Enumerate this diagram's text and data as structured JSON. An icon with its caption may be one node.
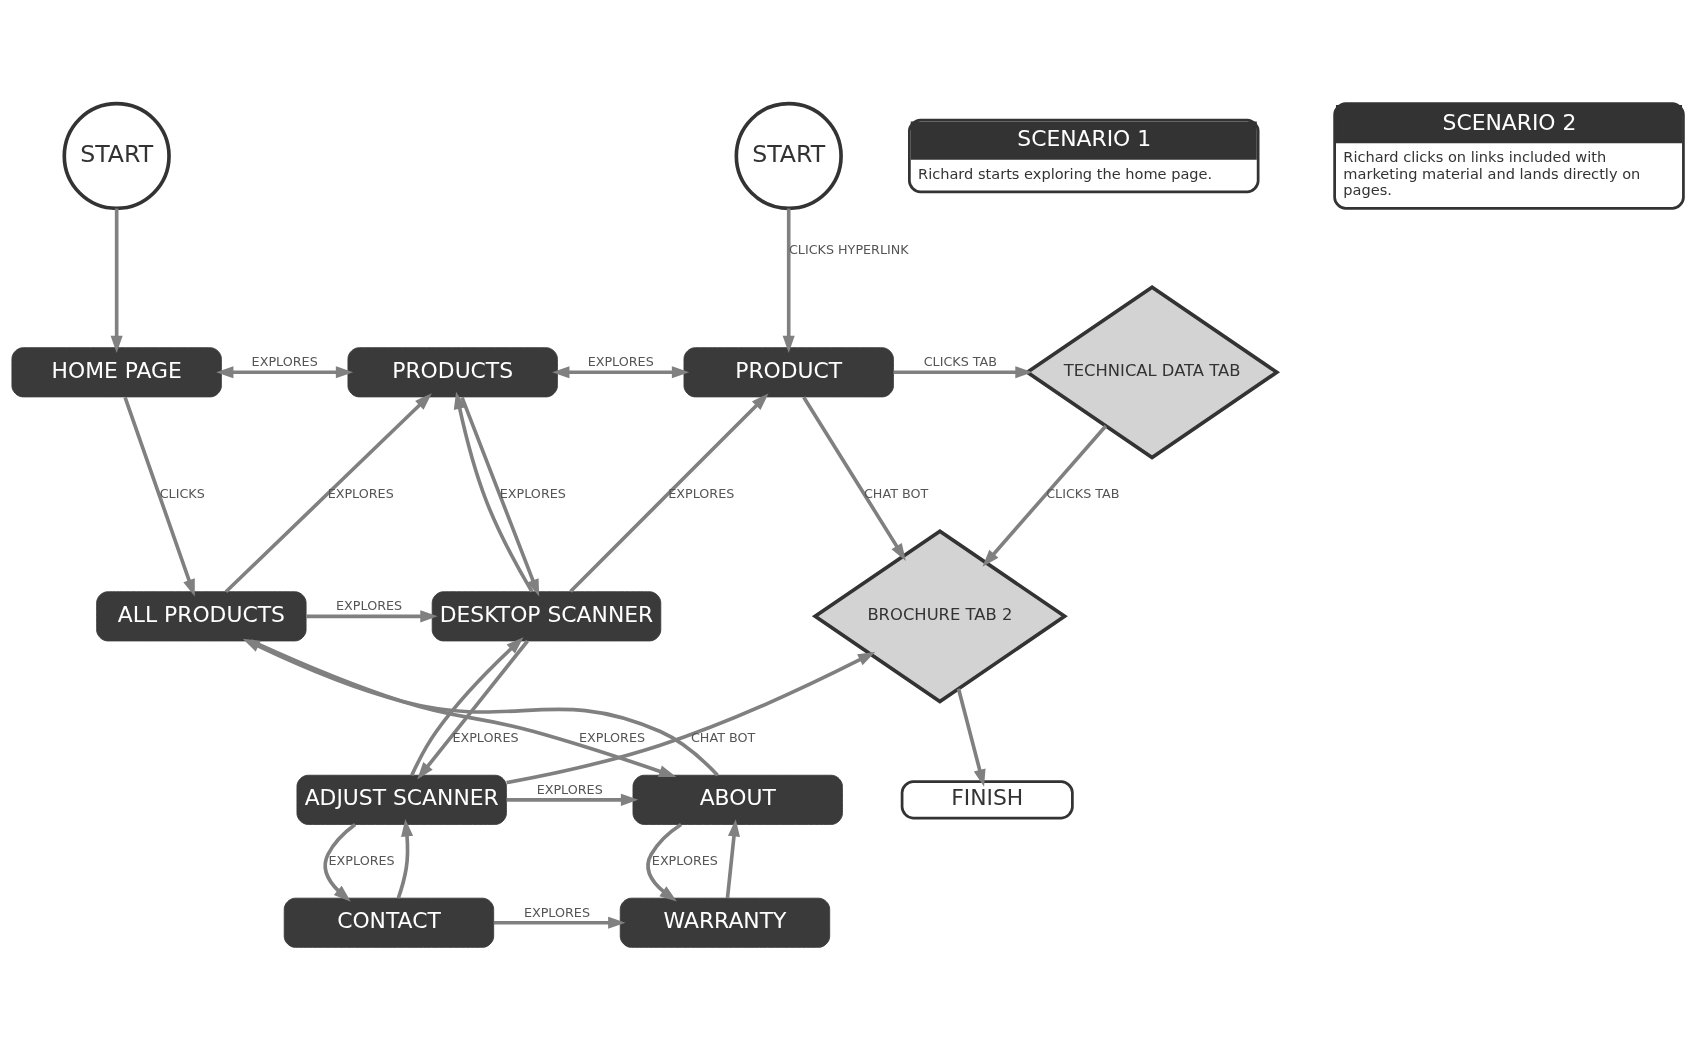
{
  "diagram": {
    "nodes": [
      {
        "text": [
          "START"
        ]
      },
      {
        "text": [
          "SCENARIO 1",
          "Richard starts exploring the home page."
        ]
      },
      {
        "text": [
          "START"
        ]
      },
      {
        "text": [
          "SCENARIO 2",
          "Richard clicks on links included with marketing material and lands directly on pages."
        ]
      },
      {
        "text": [
          "HOME PAGE"
        ]
      },
      {
        "text": [
          "PRODUCTS"
        ]
      },
      {
        "text": [
          "PRODUCT"
        ]
      },
      {
        "text": [
          "TECHNICAL DATA TAB"
        ]
      },
      {
        "text": [
          "ALL PRODUCTS"
        ]
      },
      {
        "text": [
          "DESKTOP SCANNER"
        ]
      },
      {
        "text": [
          "BROCHURE TAB 2"
        ]
      },
      {
        "text": [
          "ABOUT"
        ]
      },
      {
        "text": [
          "ADJUST SCANNER"
        ]
      },
      {
        "text": [
          "FINISH"
        ]
      },
      {
        "text": [
          "WARRANTY"
        ]
      },
      {
        "text": [
          "CONTACT"
        ]
      }
    ],
    "edges": [
      {
        "from": 0,
        "to": 4,
        "arrow": "to"
      },
      {
        "from": 2,
        "to": 6,
        "arrow": "to",
        "label": "CLICKS HYPERLINK"
      },
      {
        "from": 4,
        "to": 5,
        "arrow": "both",
        "label": "EXPLORES"
      },
      {
        "from": 5,
        "to": 6,
        "arrow": "both",
        "label": "EXPLORES"
      },
      {
        "from": 6,
        "to": 7,
        "arrow": "to",
        "label": "CLICKS TAB"
      },
      {
        "from": 4,
        "to": 8,
        "arrow": "to",
        "label": "CLICKS"
      },
      {
        "from": 8,
        "to": 5,
        "arrow": "to",
        "label": "EXPLORES"
      },
      {
        "from": 9,
        "to": 6,
        "arrow": "to",
        "label": "EXPLORES"
      },
      {
        "from": 6,
        "to": 10,
        "arrow": "to",
        "label": "CHAT BOT"
      },
      {
        "from": 7,
        "to": 10,
        "arrow": "to",
        "label": "CLICKS TAB"
      },
      {
        "from": 8,
        "to": 9,
        "arrow": "to",
        "label": "EXPLORES"
      },
      {
        "from": 5,
        "to": 9,
        "arrow": "to",
        "label": "EXPLORES"
      },
      {
        "from": 9,
        "to": 5,
        "arrow": "to"
      },
      {
        "from": 8,
        "to": 11,
        "arrow": "to",
        "label": "EXPLORES"
      },
      {
        "from": 11,
        "to": 8,
        "arrow": "to"
      },
      {
        "from": 12,
        "to": 11,
        "arrow": "to",
        "label": "EXPLORES"
      },
      {
        "from": 9,
        "to": 12,
        "arrow": "to",
        "label": "EXPLORES"
      },
      {
        "from": 12,
        "to": 9,
        "arrow": "to"
      },
      {
        "from": 12,
        "to": 10,
        "arrow": "to",
        "label": "CHAT BOT"
      },
      {
        "from": 10,
        "to": 13,
        "arrow": "to"
      },
      {
        "from": 11,
        "to": 14,
        "arrow": "to",
        "label": "EXPLORES"
      },
      {
        "from": 14,
        "to": 11,
        "arrow": "to"
      },
      {
        "from": 15,
        "to": 14,
        "arrow": "to",
        "label": "EXPLORES"
      },
      {
        "from": 12,
        "to": 15,
        "arrow": "to",
        "label": "EXPLORES"
      },
      {
        "from": 15,
        "to": 12,
        "arrow": "to"
      }
    ]
  }
}
